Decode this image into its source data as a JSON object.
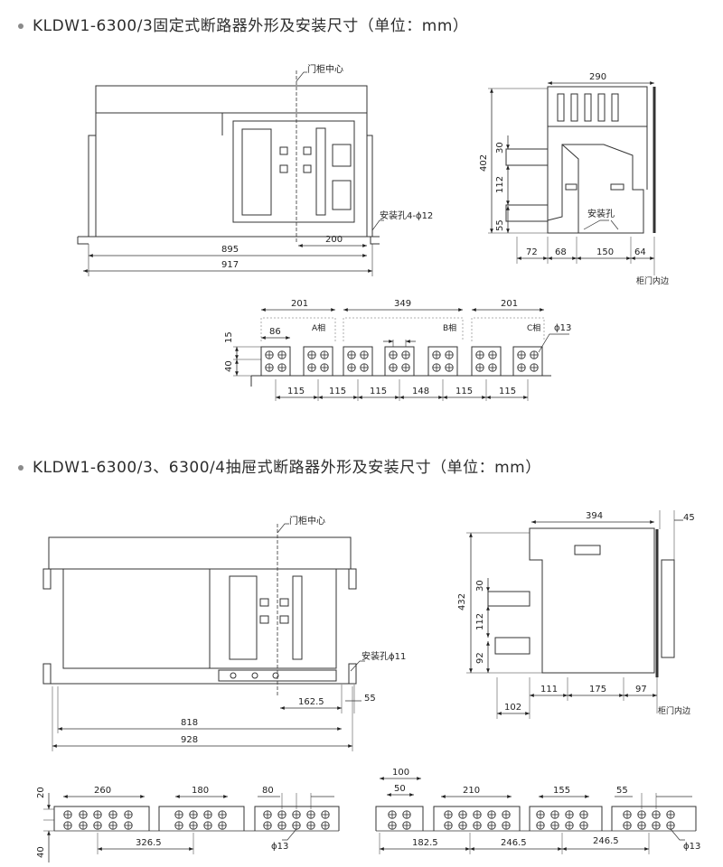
{
  "section1": {
    "title": "KLDW1-6300/3固定式断路器外形及安装尺寸（单位：mm）",
    "front": {
      "door_center": "门柜中心",
      "hole": "安装孔4-ϕ12",
      "d200": "200",
      "d895": "895",
      "d917": "917"
    },
    "side": {
      "d290": "290",
      "d402": "402",
      "d30": "30",
      "d112": "112",
      "d55": "55",
      "d72": "72",
      "d68": "68",
      "d150": "150",
      "d64": "64",
      "hole": "安装孔",
      "door_edge": "柜门内边"
    },
    "terminals": {
      "d201a": "201",
      "d349": "349",
      "d201c": "201",
      "d86": "86",
      "phaseA": "A相",
      "phaseB": "B相",
      "phaseC": "C相",
      "phi13": "ϕ13",
      "d15": "15",
      "d40": "40",
      "bottom": [
        "115",
        "115",
        "115",
        "148",
        "115",
        "115"
      ]
    }
  },
  "section2": {
    "title": "KLDW1-6300/3、6300/4抽屉式断路器外形及安装尺寸（单位：mm）",
    "front": {
      "door_center": "门柜中心",
      "hole": "安装孔ϕ11",
      "d162": "162.5",
      "d55": "55",
      "d818": "818",
      "d928": "928"
    },
    "side": {
      "d394": "394",
      "d45": "45",
      "d432": "432",
      "d30": "30",
      "d112": "112",
      "d92": "92",
      "d102": "102",
      "d111": "111",
      "d175": "175",
      "d97": "97",
      "door_edge": "柜门内边"
    },
    "terminals": {
      "d260": "260",
      "d180": "180",
      "d80": "80",
      "d100": "100",
      "d50": "50",
      "d210": "210",
      "d155": "155",
      "d55": "55",
      "d20": "20",
      "d40": "40",
      "d326": "326.5",
      "d182": "182.5",
      "d246a": "246.5",
      "d246b": "246.5",
      "phi13a": "ϕ13",
      "phi13b": "ϕ13"
    }
  }
}
